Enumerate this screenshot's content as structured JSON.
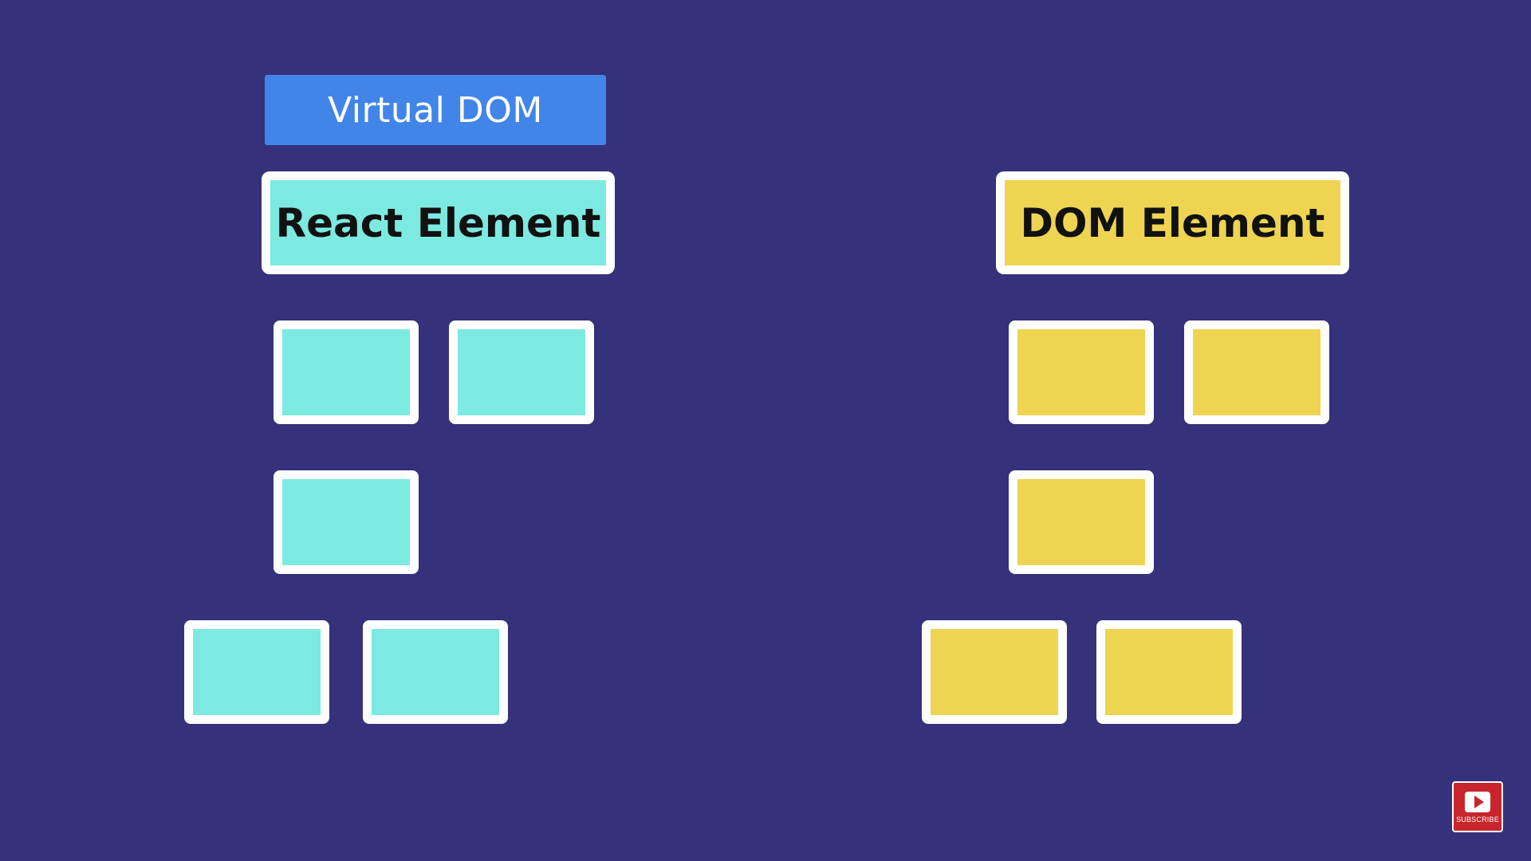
{
  "labels": {
    "virtual_dom": "Virtual DOM",
    "react_element": "React Element",
    "dom_element": "DOM Element",
    "subscribe": "SUBSCRIBE"
  },
  "colors": {
    "background": "#35317a",
    "virtual_dom_banner": "#4285e8",
    "react_fill": "#7deae1",
    "dom_fill": "#eed451",
    "node_border": "#ffffff",
    "subscribe_badge": "#c9252c"
  },
  "icons": {
    "subscribe": "play-icon"
  }
}
